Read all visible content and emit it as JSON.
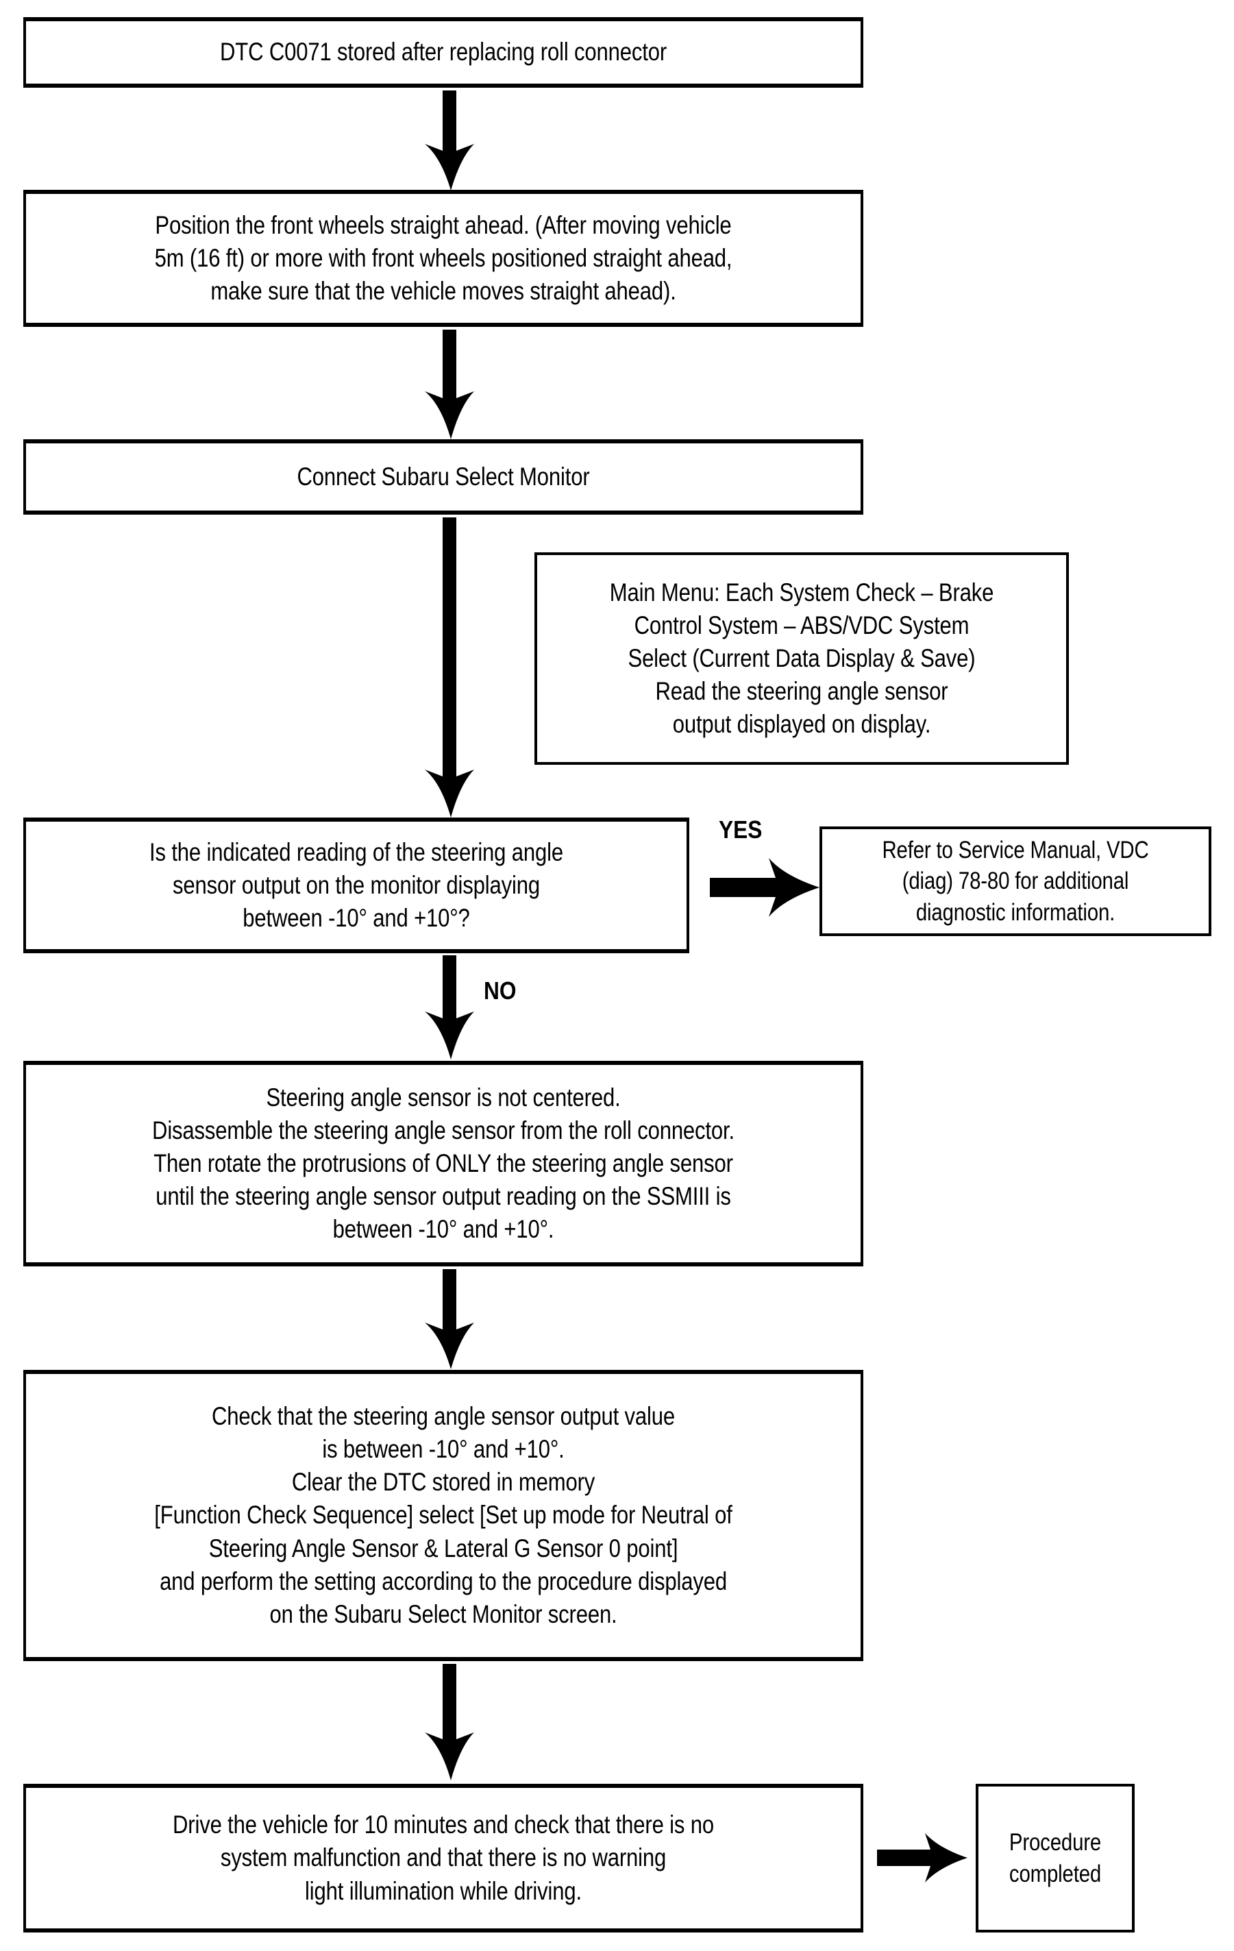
{
  "diagram": {
    "type": "flowchart",
    "title": "DTC C0071 stored after replacing roll connector",
    "orientation": "top-to-bottom",
    "colors": {
      "stroke": "#000000",
      "fill": "#ffffff",
      "text": "#000000"
    }
  },
  "nodes": {
    "start": {
      "id": "start",
      "shape": "rectangle",
      "text": "DTC C0071 stored after replacing roll connector"
    },
    "position_wheels": {
      "id": "position_wheels",
      "shape": "rectangle",
      "text": "Position the front wheels straight ahead. (After moving vehicle\n5m (16 ft) or more with front wheels positioned straight ahead,\nmake sure that the vehicle moves straight ahead)."
    },
    "connect_monitor": {
      "id": "connect_monitor",
      "shape": "rectangle",
      "text": "Connect Subaru Select Monitor"
    },
    "main_menu_note": {
      "id": "main_menu_note",
      "shape": "rectangle",
      "text": "Main Menu: Each System Check – Brake\nControl System – ABS/VDC System\nSelect (Current Data Display & Save)\nRead the steering angle sensor\noutput displayed on display."
    },
    "decision_reading": {
      "id": "decision_reading",
      "shape": "rectangle",
      "text": "Is the indicated reading of the steering angle\nsensor output on the monitor displaying\nbetween -10° and +10°?"
    },
    "refer_service_manual": {
      "id": "refer_service_manual",
      "shape": "rectangle",
      "text": "Refer to Service Manual, VDC\n(diag) 78-80 for additional\ndiagnostic information."
    },
    "not_centered": {
      "id": "not_centered",
      "shape": "rectangle",
      "text": "Steering angle sensor is not centered.\nDisassemble the steering angle sensor from the roll connector.\nThen rotate the protrusions of ONLY the steering angle sensor\nuntil the steering angle sensor output reading on the SSMIII is\nbetween -10° and +10°."
    },
    "check_and_clear": {
      "id": "check_and_clear",
      "shape": "rectangle",
      "text": "Check that the steering angle sensor output value\nis between -10° and +10°.\nClear the DTC stored in memory\n[Function Check Sequence] select [Set up mode for Neutral of\nSteering Angle Sensor & Lateral G Sensor 0 point]\nand perform the setting according to the procedure displayed\non the Subaru Select Monitor screen."
    },
    "drive_vehicle": {
      "id": "drive_vehicle",
      "shape": "rectangle",
      "text": "Drive the vehicle for 10 minutes and check that there is no\nsystem malfunction and that there is no warning\nlight illumination while driving."
    },
    "procedure_completed": {
      "id": "procedure_completed",
      "shape": "rectangle",
      "text": "Procedure\ncompleted"
    }
  },
  "branch_labels": {
    "yes": "YES",
    "no": "NO"
  },
  "edges": [
    {
      "from": "start",
      "to": "position_wheels",
      "label": "",
      "direction": "down"
    },
    {
      "from": "position_wheels",
      "to": "connect_monitor",
      "label": "",
      "direction": "down"
    },
    {
      "from": "connect_monitor",
      "to": "decision_reading",
      "label": "",
      "direction": "down"
    },
    {
      "from": "decision_reading",
      "to": "refer_service_manual",
      "label": "YES",
      "direction": "right"
    },
    {
      "from": "decision_reading",
      "to": "not_centered",
      "label": "NO",
      "direction": "down"
    },
    {
      "from": "not_centered",
      "to": "check_and_clear",
      "label": "",
      "direction": "down"
    },
    {
      "from": "check_and_clear",
      "to": "drive_vehicle",
      "label": "",
      "direction": "down"
    },
    {
      "from": "drive_vehicle",
      "to": "procedure_completed",
      "label": "",
      "direction": "right"
    }
  ]
}
